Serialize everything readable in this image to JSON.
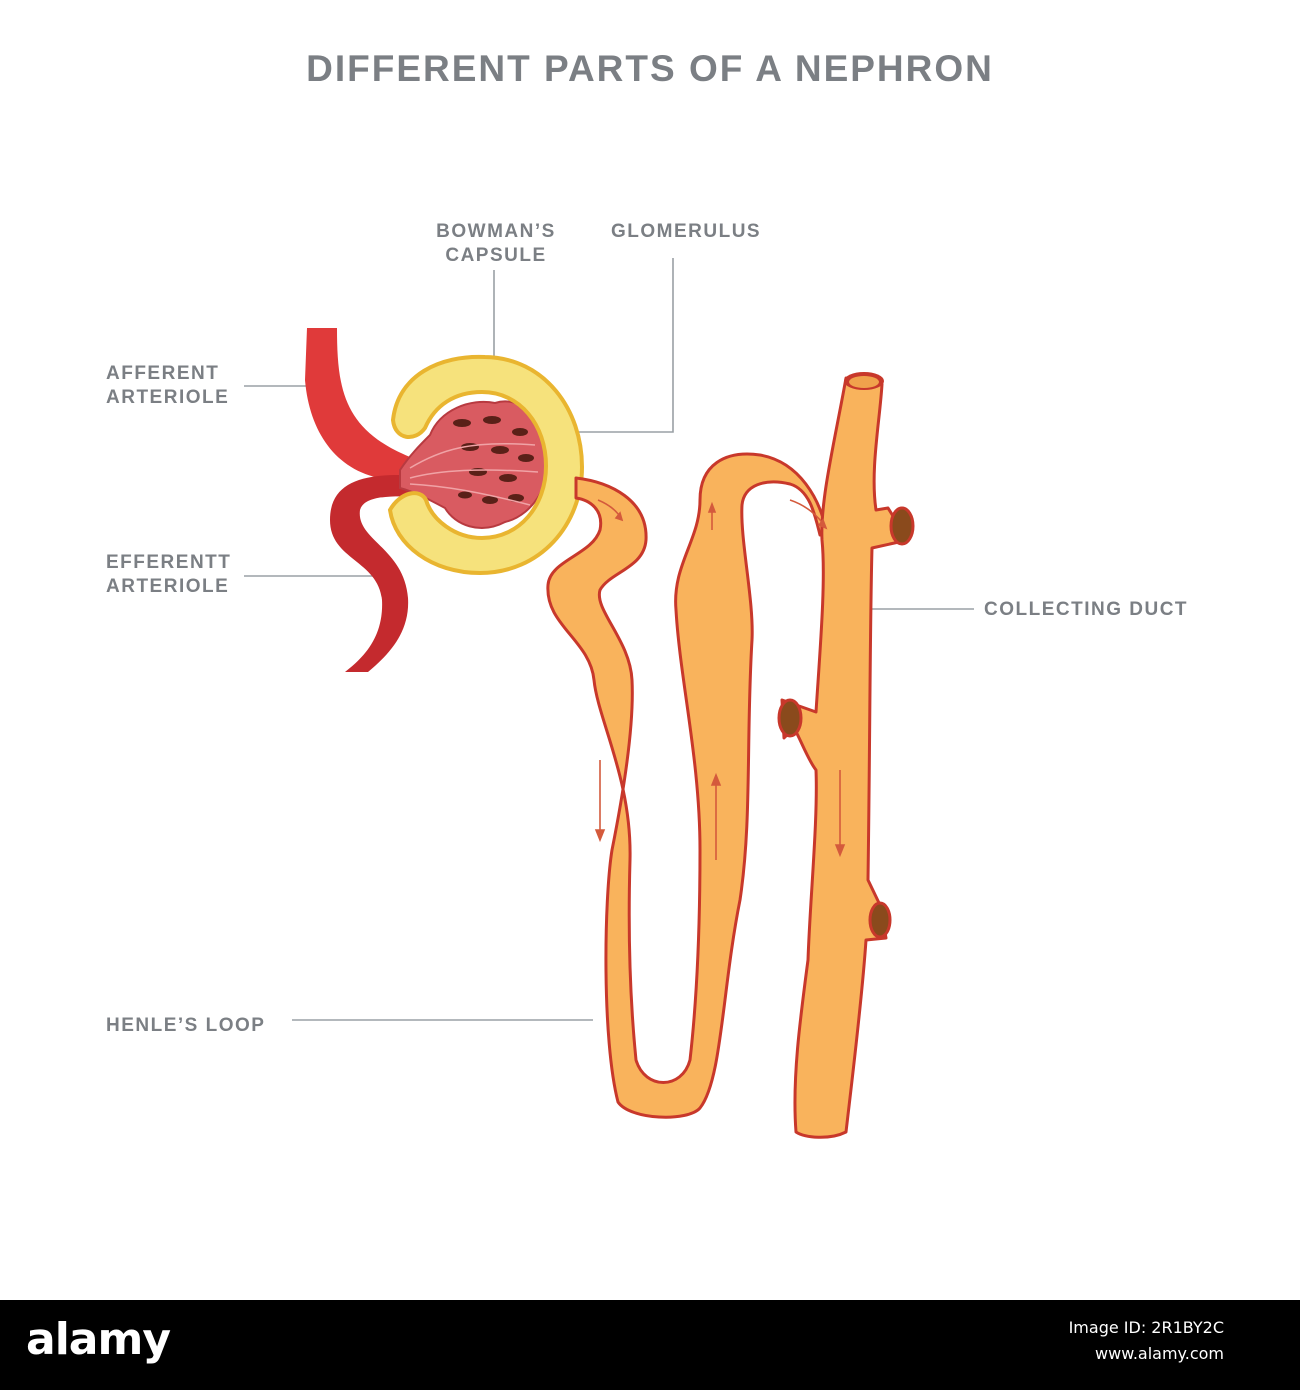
{
  "title": "DIFFERENT PARTS OF A NEPHRON",
  "labels": {
    "bowmans_capsule": "BOWMAN’S\nCAPSULE",
    "glomerulus": "GLOMERULUS",
    "afferent_arteriole": "AFFERENT\nARTERIOLE",
    "efferent_arteriole": "EFFERENTT\nARTERIOLE",
    "collecting_duct": "COLLECTING DUCT",
    "henles_loop": "HENLE’S LOOP"
  },
  "footer": {
    "brand": "alamy",
    "image_id": "Image ID: 2R1BY2C",
    "site": "www.alamy.com"
  },
  "colors": {
    "label_text": "#7b7f84",
    "leader_line": "#9aa0a5",
    "artery": "#e03a3a",
    "efferent": "#c42a2e",
    "capsule_fill": "#f6e27c",
    "capsule_stroke": "#e9b530",
    "tubule_fill": "#f9b35c",
    "tubule_stroke": "#c8382b",
    "glomerulus_fill": "#d95b61"
  }
}
